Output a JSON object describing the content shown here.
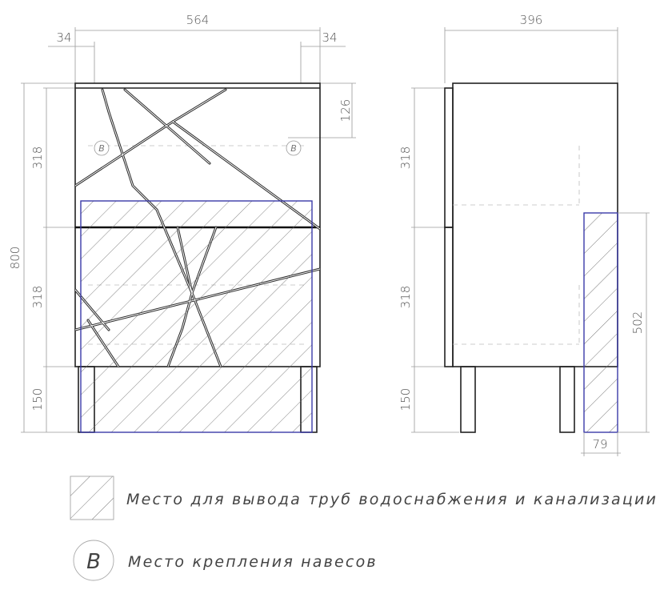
{
  "dimensions": {
    "front_width": "564",
    "front_offset_left": "34",
    "front_offset_right": "34",
    "side_depth": "396",
    "top_offset": "126",
    "total_height": "800",
    "drawer_top_height": "318",
    "drawer_bottom_height": "318",
    "legs_height": "150",
    "side_drawer_top": "318",
    "side_drawer_bottom": "318",
    "side_legs": "150",
    "pipe_zone_height": "502",
    "pipe_zone_depth": "79"
  },
  "marks": {
    "hanger_symbol": "B"
  },
  "legend": {
    "pipes_label": "Место для вывода труб водоснабжения и канализации",
    "hanger_symbol": "B",
    "hanger_label": "Место крепления навесов"
  },
  "colors": {
    "outline": "#222222",
    "zone": "#3a3aa8",
    "dimension": "#9a9a9a"
  }
}
